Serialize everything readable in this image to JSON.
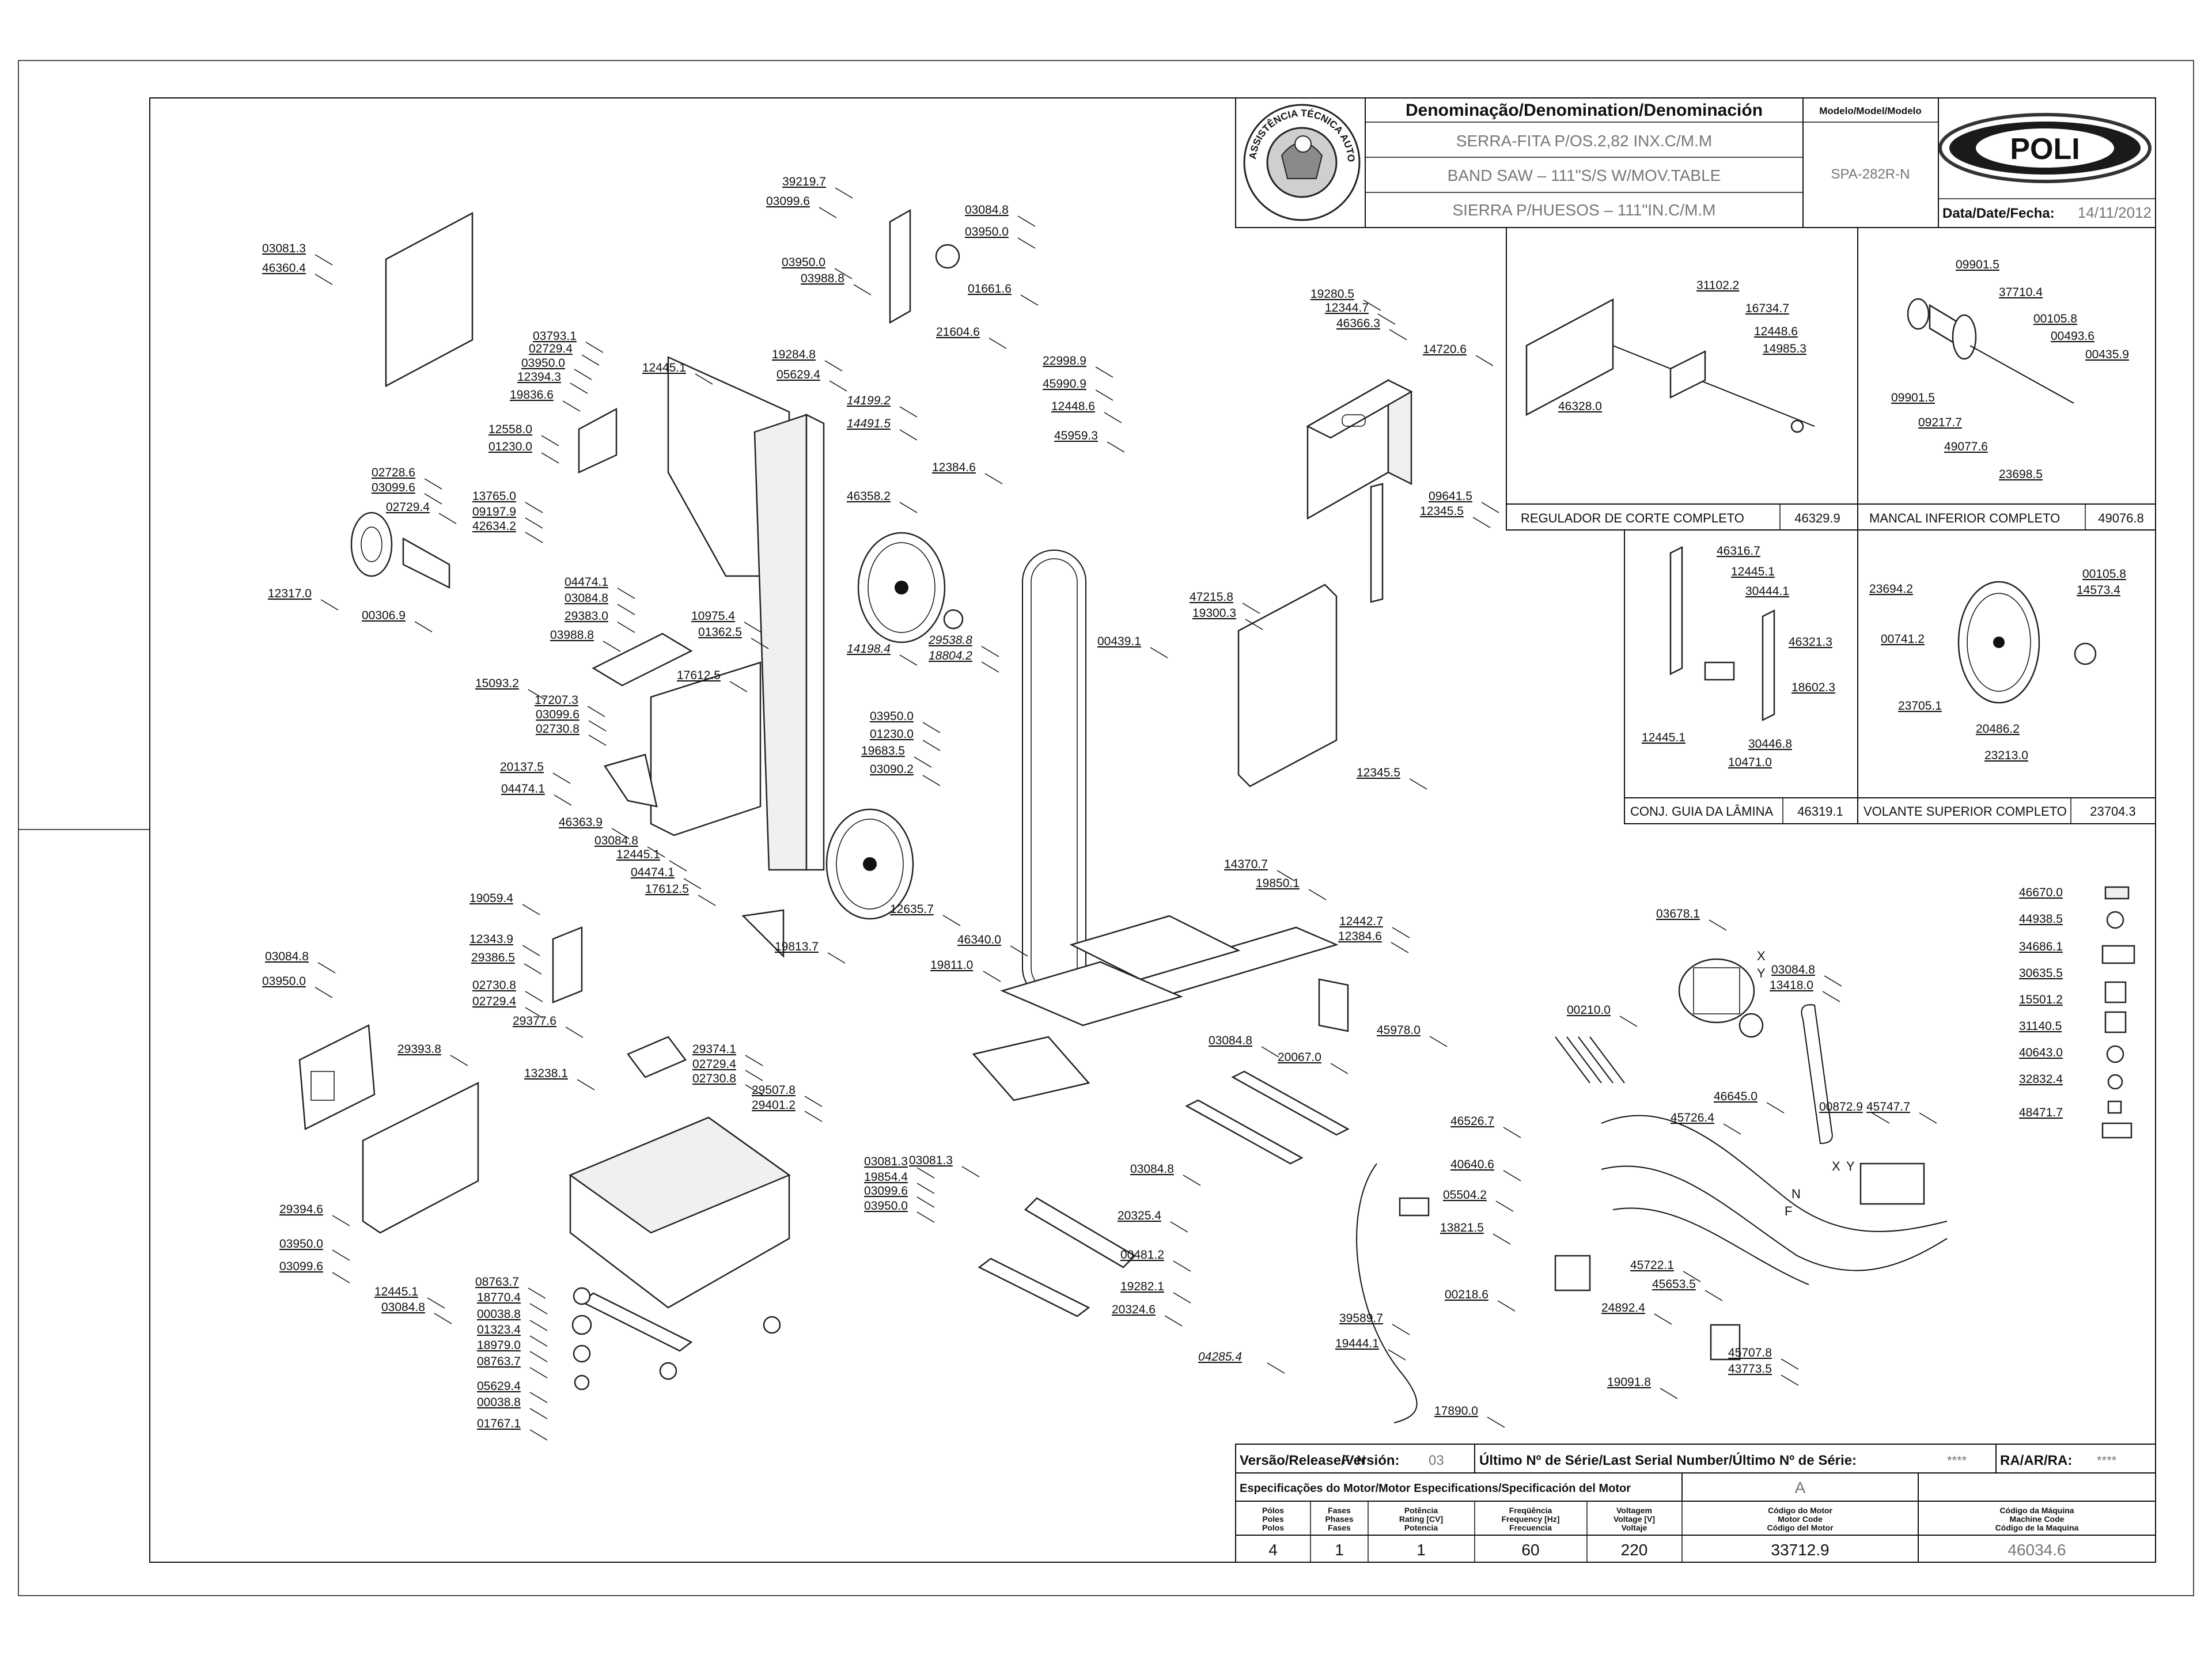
{
  "title_block": {
    "denomination_header": "Denominação/Denomination/Denominación",
    "model_header": "Modelo/Model/Modelo",
    "name_pt": "SERRA-FITA P/OS.2,82 INX.C/M.M",
    "name_en": "BAND SAW – 111\"S/S W/MOV.TABLE",
    "name_es": "SIERRA P/HUESOS – 111\"IN.C/M.M",
    "model": "SPA-282R-N",
    "brand": "POLI",
    "date_label": "Data/Date/Fecha:",
    "date": "14/11/2012",
    "seal_text": "ASSISTÊNCIA TÉCNICA AUTORIZADA"
  },
  "subassemblies": [
    {
      "name": "REGULADOR DE CORTE COMPLETO",
      "code": "46329.9",
      "parts": [
        "31102.2",
        "16734.7",
        "12448.6",
        "14985.3",
        "46328.0"
      ]
    },
    {
      "name": "MANCAL INFERIOR COMPLETO",
      "code": "49076.8",
      "parts": [
        "09901.5",
        "37710.4",
        "00105.8",
        "00493.6",
        "00435.9",
        "09901.5",
        "09217.7",
        "49077.6",
        "23698.5"
      ]
    },
    {
      "name": "CONJ. GUIA DA LÂMINA",
      "code": "46319.1",
      "parts": [
        "46316.7",
        "12445.1",
        "30444.1",
        "46321.3",
        "18602.3",
        "12445.1",
        "30446.8",
        "10471.0"
      ]
    },
    {
      "name": "VOLANTE SUPERIOR COMPLETO",
      "code": "23704.3",
      "parts": [
        "23694.2",
        "00105.8",
        "14573.4",
        "00741.2",
        "23705.1",
        "20486.2",
        "23213.0"
      ]
    }
  ],
  "labels_panel": [
    "46670.0",
    "44938.5",
    "34686.1",
    "30635.5",
    "15501.2",
    "31140.5",
    "40643.0",
    "32832.4",
    "48471.7"
  ],
  "callouts": [
    {
      "id": "03081.3"
    },
    {
      "id": "46360.4"
    },
    {
      "id": "39219.7"
    },
    {
      "id": "03099.6"
    },
    {
      "id": "03084.8"
    },
    {
      "id": "03950.0"
    },
    {
      "id": "03950.0"
    },
    {
      "id": "03988.8"
    },
    {
      "id": "01661.6"
    },
    {
      "id": "21604.6"
    },
    {
      "id": "03793.1"
    },
    {
      "id": "02729.4"
    },
    {
      "id": "03950.0"
    },
    {
      "id": "12394.3"
    },
    {
      "id": "19836.6"
    },
    {
      "id": "12445.1"
    },
    {
      "id": "19284.8"
    },
    {
      "id": "05629.4"
    },
    {
      "id": "14199.2",
      "italic": true
    },
    {
      "id": "14491.5",
      "italic": true
    },
    {
      "id": "12558.0"
    },
    {
      "id": "01230.0"
    },
    {
      "id": "02728.6"
    },
    {
      "id": "03099.6"
    },
    {
      "id": "02729.4"
    },
    {
      "id": "13765.0"
    },
    {
      "id": "09197.9"
    },
    {
      "id": "42634.2"
    },
    {
      "id": "12317.0"
    },
    {
      "id": "00306.9"
    },
    {
      "id": "22998.9"
    },
    {
      "id": "45990.9"
    },
    {
      "id": "12448.6"
    },
    {
      "id": "45959.3"
    },
    {
      "id": "12384.6"
    },
    {
      "id": "46358.2"
    },
    {
      "id": "04474.1"
    },
    {
      "id": "03084.8"
    },
    {
      "id": "29383.0"
    },
    {
      "id": "03988.8"
    },
    {
      "id": "10975.4"
    },
    {
      "id": "01362.5"
    },
    {
      "id": "14198.4",
      "italic": true
    },
    {
      "id": "29538.8",
      "italic": true
    },
    {
      "id": "18804.2",
      "italic": true
    },
    {
      "id": "15093.2"
    },
    {
      "id": "17612.5"
    },
    {
      "id": "17207.3"
    },
    {
      "id": "03099.6"
    },
    {
      "id": "02730.8"
    },
    {
      "id": "03950.0"
    },
    {
      "id": "01230.0"
    },
    {
      "id": "19683.5"
    },
    {
      "id": "03090.2"
    },
    {
      "id": "20137.5"
    },
    {
      "id": "04474.1"
    },
    {
      "id": "46363.9"
    },
    {
      "id": "03084.8"
    },
    {
      "id": "12445.1"
    },
    {
      "id": "04474.1"
    },
    {
      "id": "17612.5"
    },
    {
      "id": "12635.7"
    },
    {
      "id": "19813.7"
    },
    {
      "id": "00439.1"
    },
    {
      "id": "19280.5"
    },
    {
      "id": "12344.7"
    },
    {
      "id": "46366.3"
    },
    {
      "id": "14720.6"
    },
    {
      "id": "09641.5"
    },
    {
      "id": "12345.5"
    },
    {
      "id": "47215.8"
    },
    {
      "id": "19300.3"
    },
    {
      "id": "12345.5"
    },
    {
      "id": "19059.4"
    },
    {
      "id": "12343.9"
    },
    {
      "id": "29386.5"
    },
    {
      "id": "02730.8"
    },
    {
      "id": "02729.4"
    },
    {
      "id": "29377.6"
    },
    {
      "id": "14370.7"
    },
    {
      "id": "19850.1"
    },
    {
      "id": "46340.0"
    },
    {
      "id": "12442.7"
    },
    {
      "id": "12384.6"
    },
    {
      "id": "19811.0"
    },
    {
      "id": "45978.0"
    },
    {
      "id": "03678.1"
    },
    {
      "id": "03084.8"
    },
    {
      "id": "13418.0"
    },
    {
      "id": "00210.0"
    },
    {
      "id": "03084.8"
    },
    {
      "id": "03950.0"
    },
    {
      "id": "29393.8"
    },
    {
      "id": "13238.1"
    },
    {
      "id": "29374.1"
    },
    {
      "id": "02729.4"
    },
    {
      "id": "02730.8"
    },
    {
      "id": "29507.8"
    },
    {
      "id": "29401.2"
    },
    {
      "id": "03081.3"
    },
    {
      "id": "19854.4"
    },
    {
      "id": "03099.6"
    },
    {
      "id": "03950.0"
    },
    {
      "id": "03084.8"
    },
    {
      "id": "20067.0"
    },
    {
      "id": "29394.6"
    },
    {
      "id": "03950.0"
    },
    {
      "id": "03099.6"
    },
    {
      "id": "12445.1"
    },
    {
      "id": "03084.8"
    },
    {
      "id": "03081.3"
    },
    {
      "id": "03084.8"
    },
    {
      "id": "20325.4"
    },
    {
      "id": "00481.2"
    },
    {
      "id": "19282.1"
    },
    {
      "id": "20324.6"
    },
    {
      "id": "08763.7"
    },
    {
      "id": "18770.4"
    },
    {
      "id": "00038.8"
    },
    {
      "id": "01323.4"
    },
    {
      "id": "18979.0"
    },
    {
      "id": "08763.7"
    },
    {
      "id": "05629.4"
    },
    {
      "id": "00038.8"
    },
    {
      "id": "01767.1"
    },
    {
      "id": "46526.7"
    },
    {
      "id": "46645.0"
    },
    {
      "id": "45726.4"
    },
    {
      "id": "00872.9"
    },
    {
      "id": "45747.7"
    },
    {
      "id": "40640.6"
    },
    {
      "id": "05504.2"
    },
    {
      "id": "13821.5"
    },
    {
      "id": "45722.1"
    },
    {
      "id": "45653.5"
    },
    {
      "id": "24892.4"
    },
    {
      "id": "45707.8"
    },
    {
      "id": "43773.5"
    },
    {
      "id": "19091.8"
    },
    {
      "id": "00218.6"
    },
    {
      "id": "39589.7"
    },
    {
      "id": "04285.4",
      "italic": true,
      "large": true
    },
    {
      "id": "19444.1"
    },
    {
      "id": "17890.0"
    }
  ],
  "wire_markers": [
    "X",
    "Y",
    "X",
    "Y",
    "F",
    "N",
    "F",
    "N"
  ],
  "footer": {
    "version_label": "Versão/Release/Versión:",
    "version": "03",
    "serial_label": "Último Nº de Série/Last Serial Number/Último Nº de Série:",
    "serial": "****",
    "ra_label": "RA/AR/RA:",
    "ra": "****",
    "motor_spec_label": "Especificações do Motor/Motor Especifications/Specificación del Motor",
    "motor_letter": "A",
    "columns": [
      {
        "header": [
          "Pólos",
          "Poles",
          "Polos"
        ],
        "value": "4"
      },
      {
        "header": [
          "Fases",
          "Phases",
          "Fases"
        ],
        "value": "1"
      },
      {
        "header": [
          "Potência",
          "Rating [CV]",
          "Potencia"
        ],
        "value": "1"
      },
      {
        "header": [
          "Freqüência",
          "Frequency [Hz]",
          "Frecuencia"
        ],
        "value": "60"
      },
      {
        "header": [
          "Voltagem",
          "Voltage [V]",
          "Voltaje"
        ],
        "value": "220"
      },
      {
        "header": [
          "Código do Motor",
          "Motor Code",
          "Código del Motor"
        ],
        "value": "33712.9"
      },
      {
        "header": [
          "Código da Máquina",
          "Machine Code",
          "Código de la Maquina"
        ],
        "value": "46034.6"
      }
    ]
  }
}
